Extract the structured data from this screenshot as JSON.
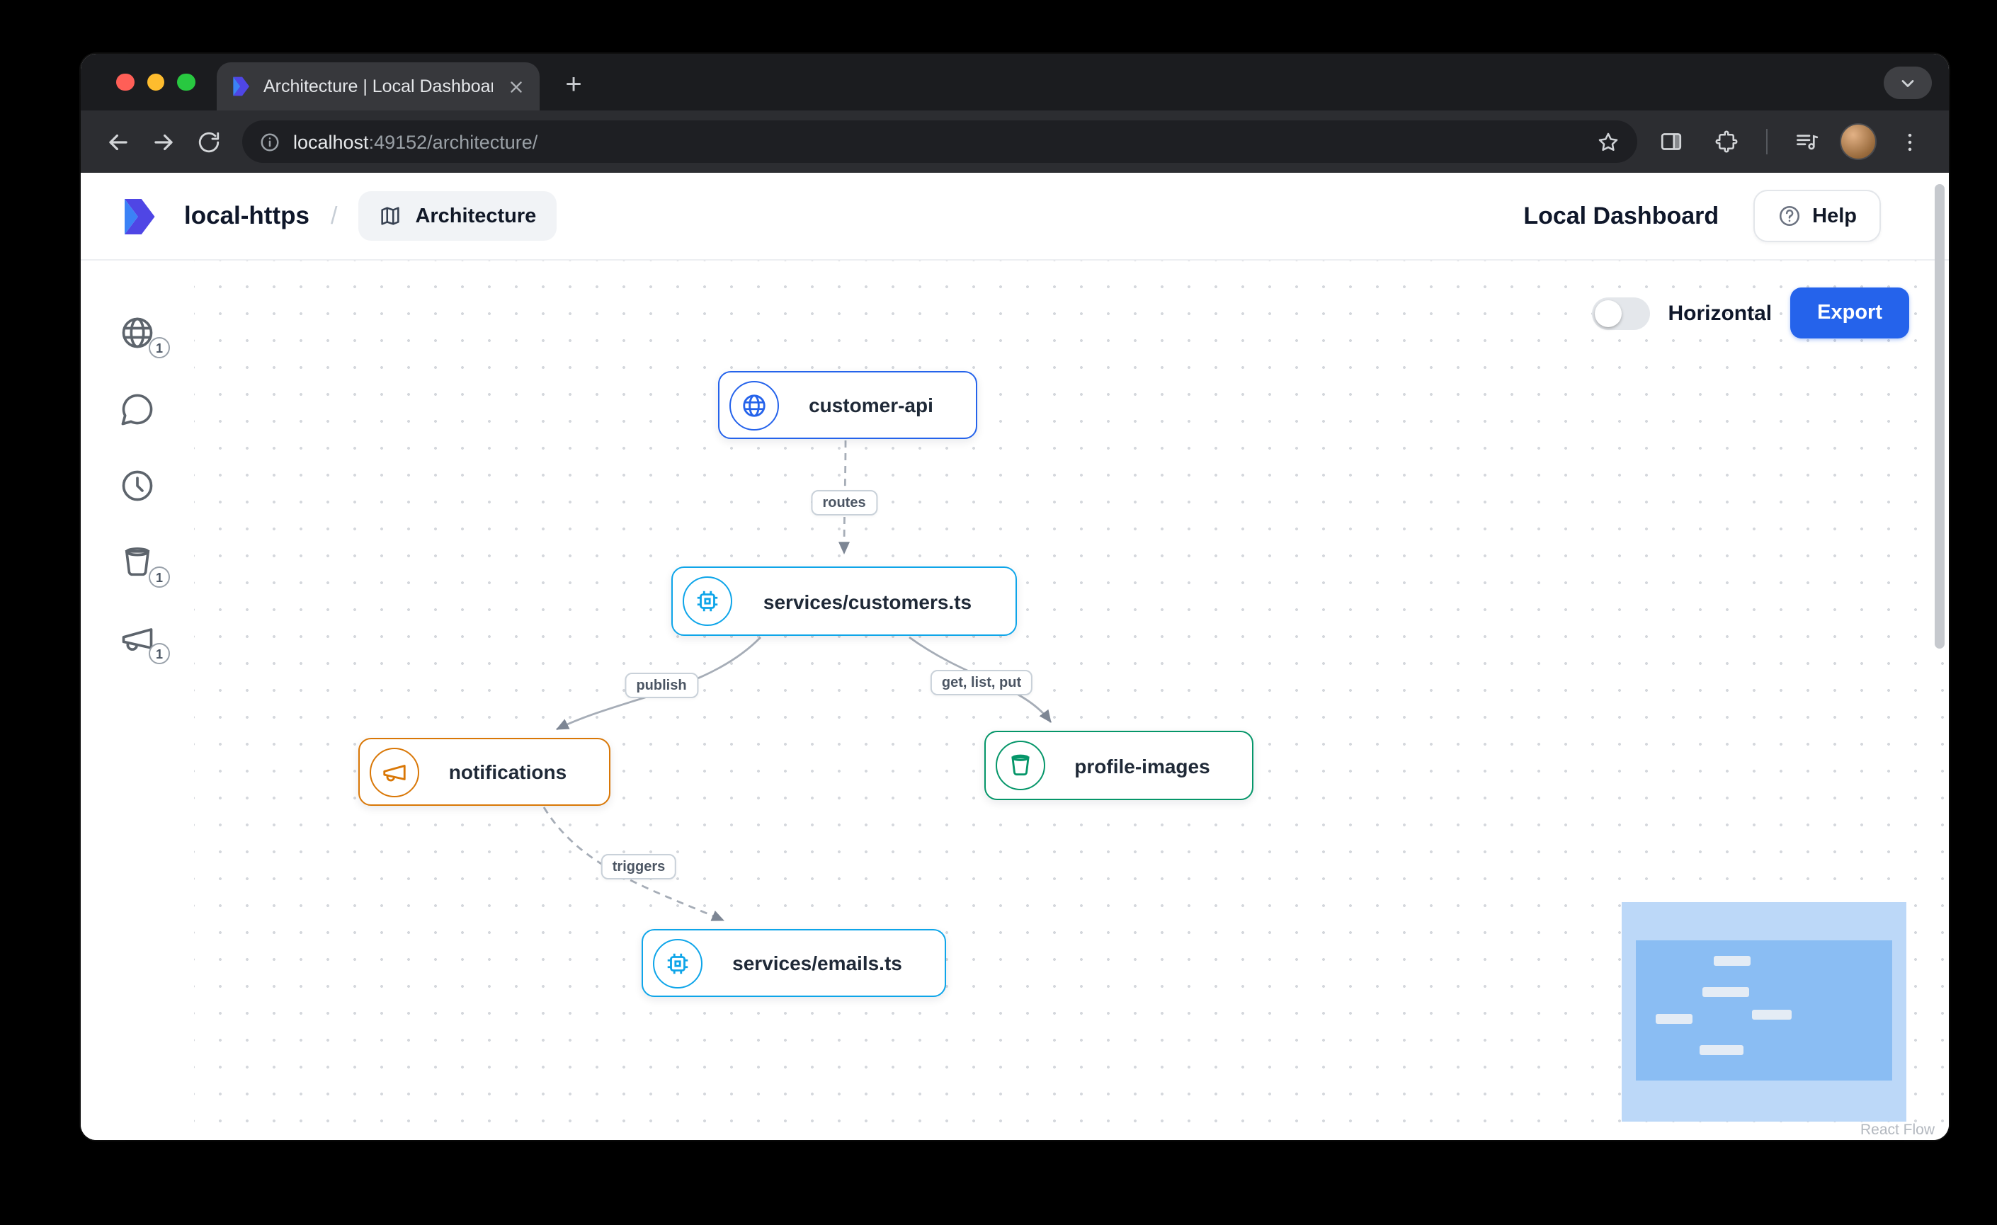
{
  "browser": {
    "tab_title": "Architecture | Local Dashboar",
    "new_tab_label": "+",
    "url_host": "localhost",
    "url_path": ":49152/architecture/",
    "toolbar_icons": [
      "back-icon",
      "forward-icon",
      "reload-icon",
      "site-info-icon",
      "bookmark-star-icon",
      "side-panel-icon",
      "extensions-puzzle-icon",
      "media-controls-icon",
      "profile-avatar",
      "menu-dots-icon"
    ]
  },
  "header": {
    "app_name": "local-https",
    "breadcrumb_separator": "/",
    "nav_architecture": "Architecture",
    "right_title": "Local Dashboard",
    "help_label": "Help"
  },
  "sidebar": {
    "items": [
      {
        "icon": "globe-icon",
        "badge": "1"
      },
      {
        "icon": "chat-icon",
        "badge": ""
      },
      {
        "icon": "clock-icon",
        "badge": ""
      },
      {
        "icon": "bucket-icon",
        "badge": "1"
      },
      {
        "icon": "megaphone-icon",
        "badge": "1"
      }
    ]
  },
  "flow": {
    "controls": {
      "toggle_label": "Horizontal",
      "toggle_state": "off",
      "export_label": "Export"
    },
    "attribution": "React Flow",
    "accent_color": "#2563eb",
    "nodes": [
      {
        "id": "customer-api",
        "label": "customer-api",
        "kind": "api-gateway",
        "icon": "globe-icon",
        "color": "#2563eb"
      },
      {
        "id": "services/customers.ts",
        "label": "services/customers.ts",
        "kind": "service",
        "icon": "chip-icon",
        "color": "#0ea5e9"
      },
      {
        "id": "notifications",
        "label": "notifications",
        "kind": "pubsub-topic",
        "icon": "megaphone-icon",
        "color": "#d97706"
      },
      {
        "id": "profile-images",
        "label": "profile-images",
        "kind": "object-storage",
        "icon": "bucket-icon",
        "color": "#059669"
      },
      {
        "id": "services/emails.ts",
        "label": "services/emails.ts",
        "kind": "service",
        "icon": "chip-icon",
        "color": "#0ea5e9"
      }
    ],
    "edges": [
      {
        "from": "customer-api",
        "to": "services/customers.ts",
        "label": "routes",
        "style": "dashed"
      },
      {
        "from": "services/customers.ts",
        "to": "notifications",
        "label": "publish",
        "style": "solid"
      },
      {
        "from": "services/customers.ts",
        "to": "profile-images",
        "label": "get, list, put",
        "style": "solid"
      },
      {
        "from": "notifications",
        "to": "services/emails.ts",
        "label": "triggers",
        "style": "dashed"
      }
    ]
  }
}
